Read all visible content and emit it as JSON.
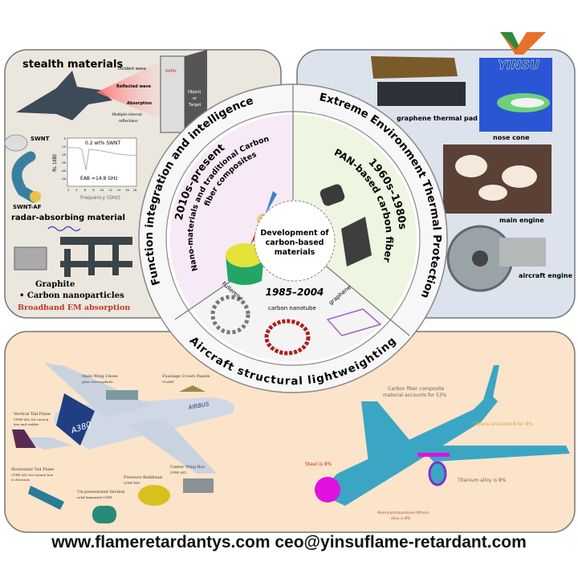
{
  "colors": {
    "left_panel": "#ebe6de",
    "right_panel": "#dde3ec",
    "bottom_panel": "#fbe4c9",
    "left_sector": "#f7eaf6",
    "right_sector": "#eef5e1",
    "bottom_sector": "#f4f4f4",
    "accent_red": "#c0392b"
  },
  "center": {
    "line1": "Development of",
    "line2": "carbon-based",
    "line3": "materials"
  },
  "ring": {
    "left": "Function integration and intelligence",
    "right": "Extreme Environment Thermal Protection",
    "bottom": "Aircraft structural lightweighting"
  },
  "sectors": {
    "left": {
      "period": "2010s–present",
      "desc1": "Nano-materials and traditional Carbon",
      "desc2": "fiber composites"
    },
    "right": {
      "period": "1960s–1980s",
      "desc": "PAN-based carbon fiber"
    },
    "bottom": {
      "period": "1985–2004",
      "items": [
        "Fullerene",
        "carbon nanotube",
        "graphene"
      ]
    }
  },
  "left_panel": {
    "title": "stealth materials",
    "diagram": {
      "incident": "Incident wave",
      "rams": "RAMs",
      "reflected": "Reflected wave",
      "absorption": "Absorption",
      "multiple1": "Multiple internal",
      "multiple2": "reflections",
      "object1": "Object",
      "object2": "or",
      "object3": "Target"
    },
    "swnt": "SWNT",
    "chart": {
      "legend": "0.2 wt% SWNT",
      "annotation": "EAB =14.8 GHz",
      "ylabel": "RL (dB)",
      "xlabel": "Frequency (GHz)",
      "yticks": [
        "0",
        "-10",
        "-20",
        "-30",
        "-40",
        "-50"
      ],
      "xticks": [
        "2",
        "4",
        "6",
        "8",
        "10",
        "12",
        "14",
        "16",
        "18"
      ]
    },
    "swnt_af": "SWNT-AF",
    "radar": "radar-absorbing material",
    "graphite": "Graphite",
    "nanoparticles": "• Carbon nanoparticles",
    "broadband": "Broadband EM absorption"
  },
  "right_panel": {
    "logo": "YINSU",
    "pad": "graphene thermal pad",
    "nose": "nose cone",
    "main_engine": "main engine",
    "aircraft_engine": "aircraft engine"
  },
  "bottom_panel": {
    "a380": {
      "tail_logo": "A380",
      "fuselage_logo": "AIRBUS",
      "labels": [
        {
          "title": "Main Wing I-hose",
          "sub": "glass thermoplastic"
        },
        {
          "title": "Fuselage Crown Panels",
          "sub": "GLARE"
        },
        {
          "title": "Vertical Tail Plane",
          "sub": "CFRP ATL for torsion",
          "sub2": "box and rudder"
        },
        {
          "title": "Horizontal Tail Plane",
          "sub": "CFRP ATL for torsion box",
          "sub2": "& elevators"
        },
        {
          "title": "Center Wing Box",
          "sub": "CFRP ATL"
        },
        {
          "title": "Pressure Bulkhead",
          "sub": "CFRP RFI"
        },
        {
          "title": "Un-pressurized Section",
          "sub": "solid laminated CFRP"
        }
      ]
    },
    "composition": {
      "cfrp1": "Carbon fiber composite",
      "cfrp2": "material accounts for 53%",
      "others": "Others accounted for 8%",
      "steel": "Steel is 8%",
      "titanium": "Titanium alloy is 8%",
      "alu1": "Aluminum/aluminum-lithium",
      "alu2": "alloy is 8%"
    }
  },
  "footer": "www.flameretardantys.com ceo@yinsuflame-retardant.com"
}
